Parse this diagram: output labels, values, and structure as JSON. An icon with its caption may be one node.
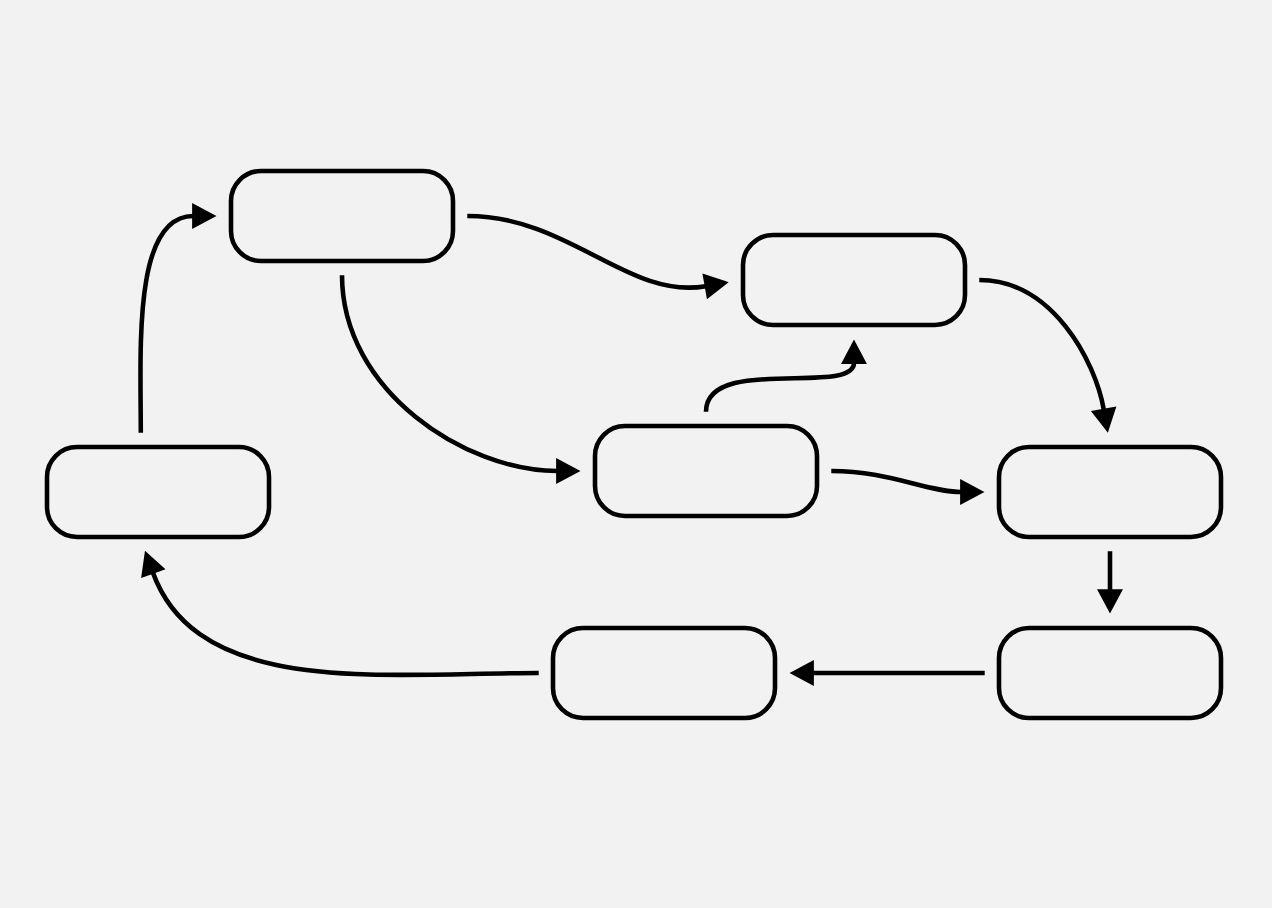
{
  "diagram": {
    "nodes": [
      {
        "text": [],
        "shape": "box"
      },
      {
        "text": [],
        "shape": "box"
      },
      {
        "text": [],
        "shape": "box"
      },
      {
        "text": [],
        "shape": "box"
      },
      {
        "text": [],
        "shape": "box"
      },
      {
        "text": [],
        "shape": "box"
      },
      {
        "text": [],
        "shape": "box"
      }
    ],
    "edges": [
      {
        "from": 0,
        "to": 1,
        "arrow": "to"
      },
      {
        "from": 0,
        "to": 3,
        "arrow": "to"
      },
      {
        "from": 3,
        "to": 1,
        "arrow": "to"
      },
      {
        "from": 3,
        "to": 4,
        "arrow": "to"
      },
      {
        "from": 1,
        "to": 4,
        "arrow": "to"
      },
      {
        "from": 4,
        "to": 6,
        "arrow": "to"
      },
      {
        "from": 6,
        "to": 5,
        "arrow": "to"
      },
      {
        "from": 5,
        "to": 2,
        "arrow": "to"
      },
      {
        "from": 2,
        "to": 0,
        "arrow": "to"
      }
    ]
  }
}
